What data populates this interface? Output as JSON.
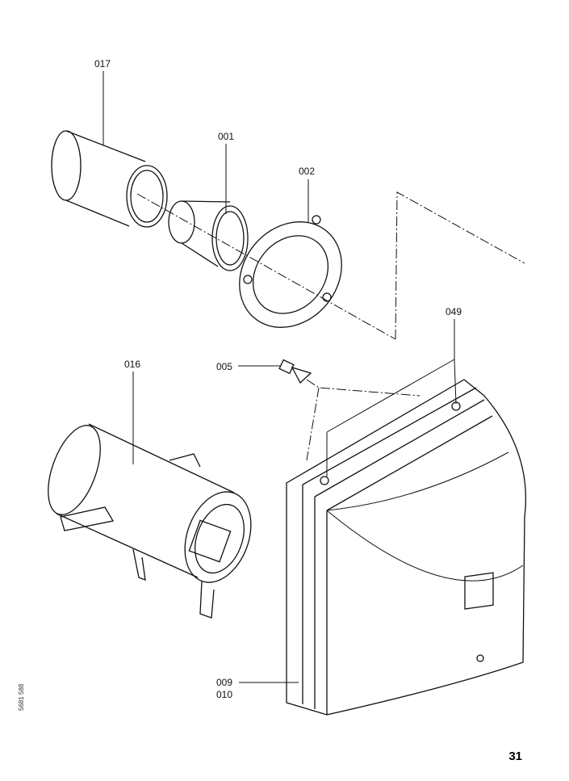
{
  "labels": {
    "p017": "017",
    "p001": "001",
    "p002": "002",
    "p016": "016",
    "p005": "005",
    "p049": "049",
    "p009": "009",
    "p010": "010"
  },
  "page_number": "31",
  "doc_number": "5681 588"
}
